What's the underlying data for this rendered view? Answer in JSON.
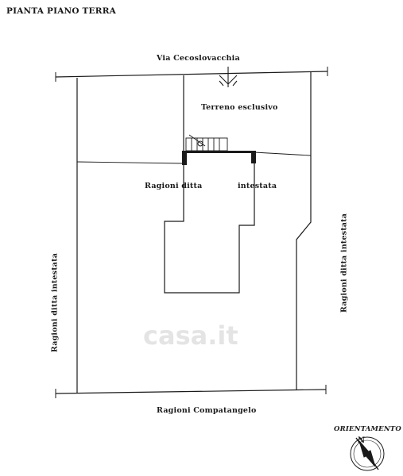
{
  "title": "PIANTA PIANO TERRA",
  "labels": {
    "street_north": "Via Cecoslovacchia",
    "terreno": "Terreno esclusivo",
    "ragioni_ditta": "Ragioni ditta",
    "intestata": "intestata",
    "west": "Ragioni ditta intestata",
    "east": "Ragioni ditta intestata",
    "south": "Ragioni Compatangelo",
    "orientamento": "ORIENTAMENTO",
    "north_letter": "N"
  },
  "watermark": "casa.it",
  "icons": [
    "gate-icon",
    "staircase-icon",
    "compass-icon"
  ]
}
